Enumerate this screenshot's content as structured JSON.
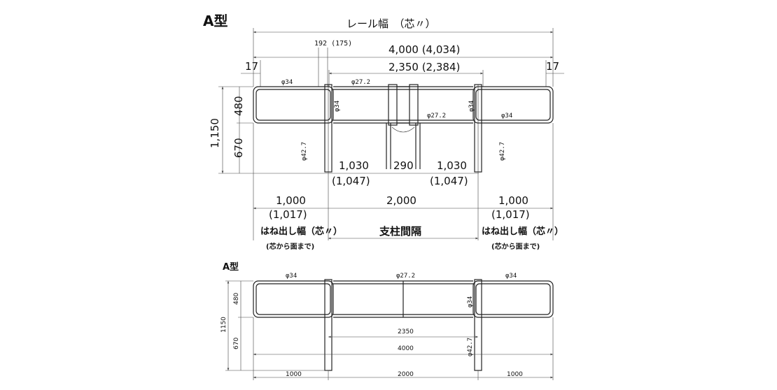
{
  "top": {
    "title": "A型",
    "rail_width": "レール幅　（芯〃）",
    "dim_192": "192 (175)",
    "dim_4000": "4,000 (4,034)",
    "dim_2350": "2,350 (2,384)",
    "dim_17_left": "17",
    "dim_17_right": "17",
    "phi34_a": "φ34",
    "phi272_a": "φ27.2",
    "phi34_b": "φ34",
    "phi272_b": "φ27.2",
    "phi34_c": "φ34",
    "phi34_d": "φ34",
    "phi427_a": "φ42.7",
    "phi427_b": "φ42.7",
    "dim_1150": "1,150",
    "dim_480": "480",
    "dim_670": "670",
    "dim_1030_left": "1,030",
    "dim_1047_left": "(1,047)",
    "dim_290": "290",
    "dim_1030_right": "1,030",
    "dim_1047_right": "(1,047)",
    "dim_1000_left": "1,000",
    "dim_1017_left": "(1,017)",
    "dim_2000": "2,000",
    "dim_1000_right": "1,000",
    "dim_1017_right": "(1,017)",
    "overhang_left": "はね出し幅（芯〃）",
    "overhang_left_sub": "(芯から面まで)",
    "post_spacing": "支柱間隔",
    "overhang_right": "はね出し幅（芯〃）",
    "overhang_right_sub": "(芯から面まで)"
  },
  "bottom": {
    "title": "A型",
    "phi34_left": "φ34",
    "phi272": "φ27.2",
    "phi34_right": "φ34",
    "phi34_vert": "φ34",
    "phi427": "φ42.7",
    "dim_480": "480",
    "dim_1150": "1150",
    "dim_670": "670",
    "dim_2350": "2350",
    "dim_4000": "4000",
    "dim_1000_left": "1000",
    "dim_2000": "2000",
    "dim_1000_right": "1000"
  }
}
